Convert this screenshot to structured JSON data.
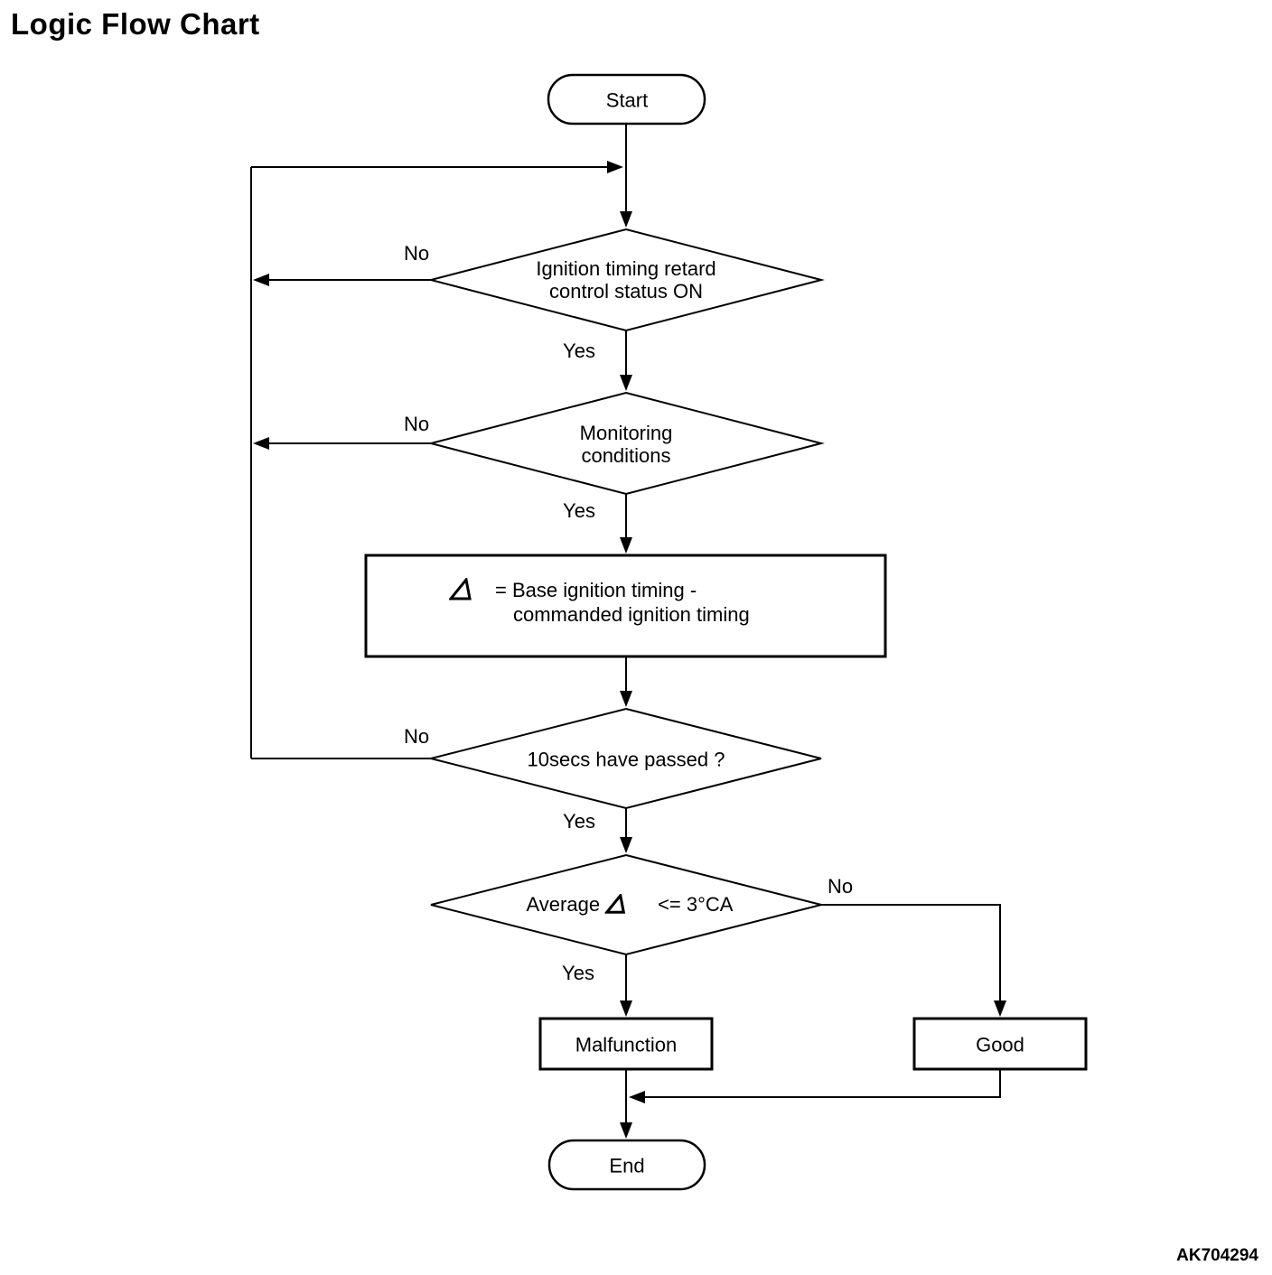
{
  "title": "Logic Flow Chart",
  "figure_code": "AK704294",
  "icons": {
    "delta": "right-triangle-delta-symbol",
    "arrowheads": "solid-black-triangle"
  },
  "colors": {
    "line": "#000000",
    "background": "#ffffff",
    "text": "#000000"
  },
  "flowchart": {
    "start": {
      "label": "Start"
    },
    "decision_ignition": {
      "label": "Ignition timing retard\ncontrol status ON",
      "yes_label": "Yes",
      "no_label": "No"
    },
    "decision_monitoring": {
      "label": "Monitoring\nconditions",
      "yes_label": "Yes",
      "no_label": "No"
    },
    "process_delta": {
      "line1": "= Base ignition timing -",
      "line2": "commanded ignition timing"
    },
    "decision_10secs": {
      "label": "10secs have passed ?",
      "yes_label": "Yes",
      "no_label": "No"
    },
    "decision_average": {
      "prefix": "Average",
      "suffix": "<= 3°CA",
      "yes_label": "Yes",
      "no_label": "No"
    },
    "malfunction": {
      "label": "Malfunction"
    },
    "good": {
      "label": "Good"
    },
    "end": {
      "label": "End"
    }
  }
}
